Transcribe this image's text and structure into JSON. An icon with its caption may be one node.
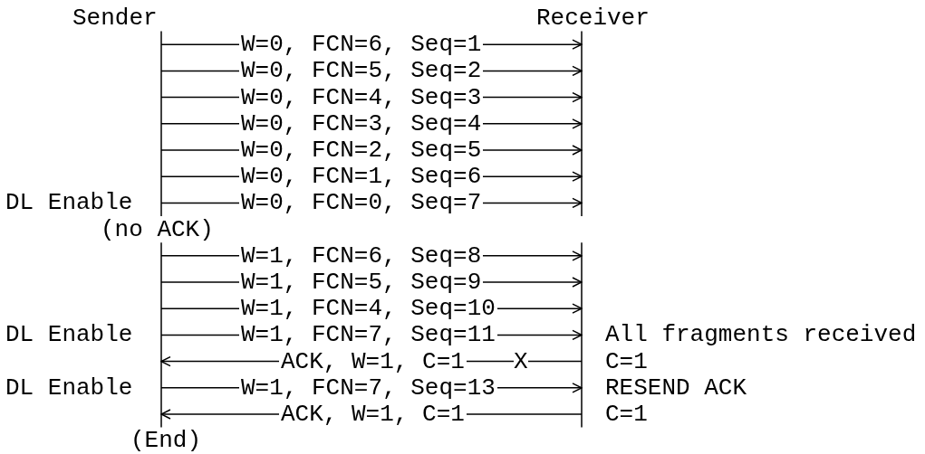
{
  "diagram": {
    "nodes": [
      {
        "text": [
          "Sender"
        ]
      },
      {
        "text": [
          "Receiver"
        ]
      }
    ],
    "edges": [
      {
        "from": 0,
        "to": 1,
        "arrow": "to",
        "label": "W=0, FCN=6, Seq=1"
      },
      {
        "from": 0,
        "to": 1,
        "arrow": "to",
        "label": "W=0, FCN=5, Seq=2"
      },
      {
        "from": 0,
        "to": 1,
        "arrow": "to",
        "label": "W=0, FCN=4, Seq=3"
      },
      {
        "from": 0,
        "to": 1,
        "arrow": "to",
        "label": "W=0, FCN=3, Seq=4"
      },
      {
        "from": 0,
        "to": 1,
        "arrow": "to",
        "label": "W=0, FCN=2, Seq=5"
      },
      {
        "from": 0,
        "to": 1,
        "arrow": "to",
        "label": "W=0, FCN=1, Seq=6"
      },
      {
        "from": 0,
        "to": 1,
        "arrow": "to",
        "label": "W=0, FCN=0, Seq=7"
      },
      {
        "from": 0,
        "to": 1,
        "arrow": "to",
        "label": "W=1, FCN=6, Seq=8"
      },
      {
        "from": 0,
        "to": 1,
        "arrow": "to",
        "label": "W=1, FCN=5, Seq=9"
      },
      {
        "from": 0,
        "to": 1,
        "arrow": "to",
        "label": "W=1, FCN=4, Seq=10"
      },
      {
        "from": 0,
        "to": 1,
        "arrow": "to",
        "label": "W=1, FCN=7, Seq=11"
      },
      {
        "from": 1,
        "to": 0,
        "arrow": "to",
        "label": "ACK, W=1, C=1"
      },
      {
        "from": 0,
        "to": 1,
        "arrow": "to",
        "label": "W=1, FCN=7, Seq=13"
      },
      {
        "from": 1,
        "to": 0,
        "arrow": "to",
        "label": "ACK, W=1, C=1"
      }
    ],
    "labels": [
      "DL Enable",
      "(no ACK)",
      "DL Enable",
      "All fragments received",
      "X",
      "C=1",
      "DL Enable",
      "RESEND ACK",
      "C=1",
      "(End)"
    ]
  }
}
